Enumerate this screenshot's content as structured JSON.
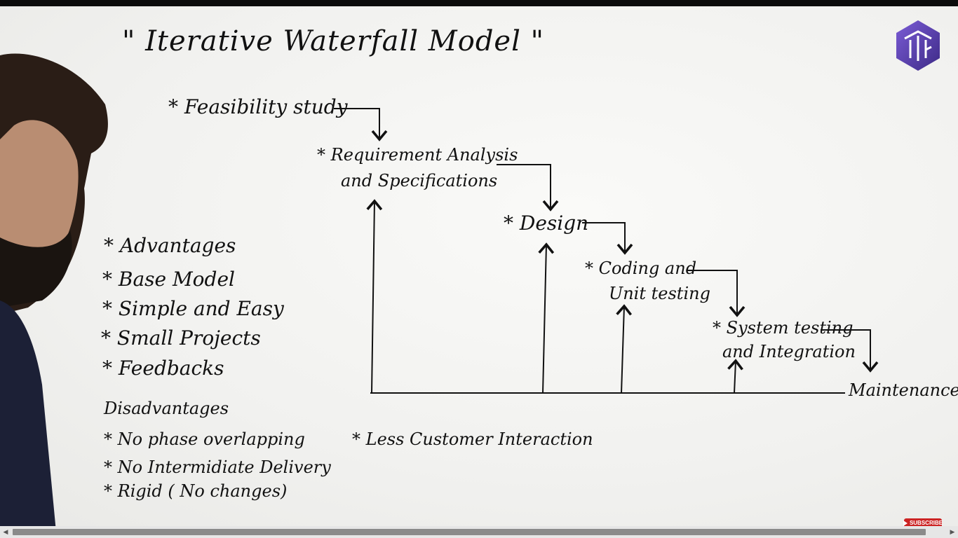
{
  "video_frame": {
    "title": "\" Iterative  Waterfall  Model \"",
    "phases": [
      {
        "label": "* Feasibility study"
      },
      {
        "label_line1": "* Requirement Analysis",
        "label_line2": "and Specifications"
      },
      {
        "label": "* Design"
      },
      {
        "label_line1": "* Coding and",
        "label_line2": "Unit testing"
      },
      {
        "label_line1": "* System testing",
        "label_line2": "and Integration"
      },
      {
        "label": "Maintenance"
      }
    ],
    "advantages": {
      "heading": "* Advantages",
      "items": [
        "* Base Model",
        "* Simple and Easy",
        "* Small Projects",
        "* Feedbacks"
      ]
    },
    "disadvantages": {
      "heading": "Disadvantages",
      "items": [
        "* No phase overlapping",
        "* No Intermidiate Delivery",
        "* Rigid ( No changes)"
      ],
      "extra": "* Less Customer Interaction"
    },
    "subscribe_label": "SUBSCRIBE",
    "colors": {
      "marker": "#111111",
      "bullet": "#cc2b2b",
      "logo": "#5b3aa8",
      "subscribe": "#cc2424"
    }
  },
  "scrollbar": {
    "left_arrow": "◀",
    "right_arrow": "▶"
  }
}
